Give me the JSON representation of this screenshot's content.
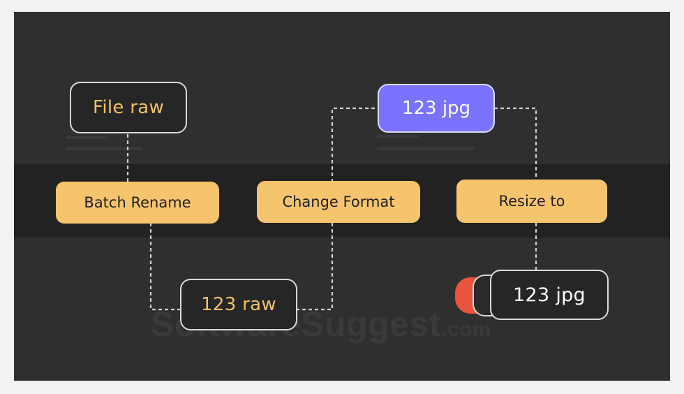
{
  "nodes": {
    "file_raw": "File raw",
    "batch_rename": "Batch Rename",
    "change_format": "Change Format",
    "resize_to": "Resize to",
    "raw_123": "123 raw",
    "jpg_123_top": "123 jpg",
    "jpg_123_out": "123 jpg"
  },
  "watermark": {
    "name": "SoftwareSuggest",
    "domain": ".com"
  },
  "colors": {
    "step": "#f7c46e",
    "file_text": "#f3c169",
    "jpg_highlight": "#7b72ff",
    "stack_accent": "#e8533c",
    "band": "#222222",
    "background": "#2f2f2f"
  }
}
